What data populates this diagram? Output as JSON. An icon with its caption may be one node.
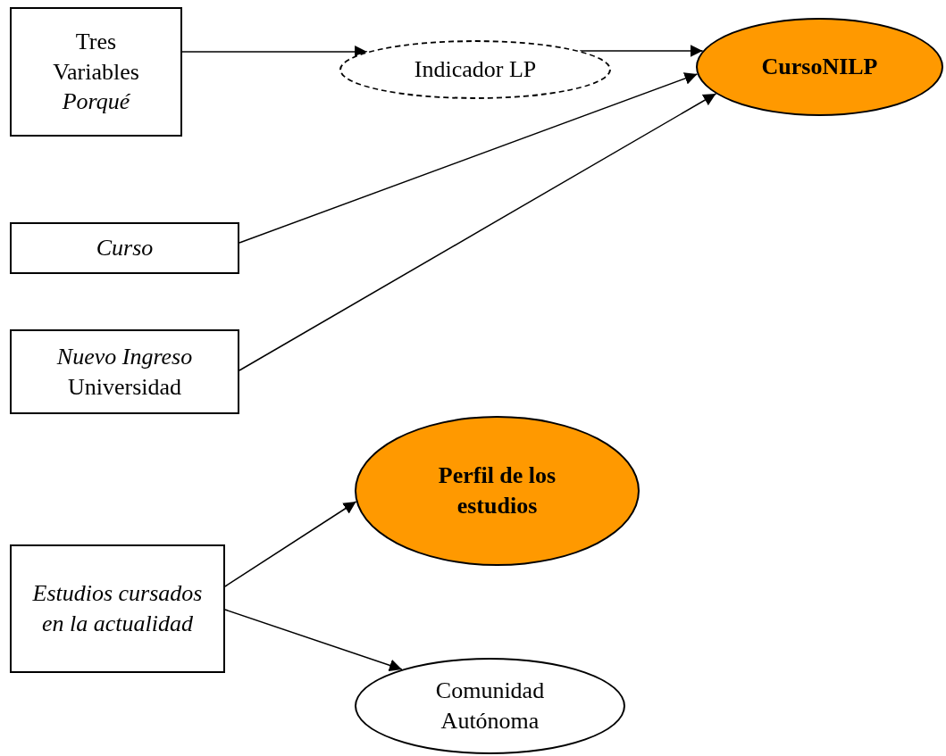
{
  "diagram": {
    "nodes": [
      {
        "text": [
          "Tres Variables *Porqué*"
        ]
      },
      {
        "text": [
          "Indicador LP"
        ]
      },
      {
        "text": [
          "CursoNILP"
        ]
      },
      {
        "text": [
          "Curso"
        ]
      },
      {
        "text": [
          "*Nuevo Ingreso* Universidad"
        ]
      },
      {
        "text": [
          "Perfil de los estudios"
        ]
      },
      {
        "text": [
          "Estudios cursados en la actualidad"
        ]
      },
      {
        "text": [
          "Comunidad Autónoma"
        ]
      }
    ],
    "edges": [
      {
        "from": 0,
        "to": 1,
        "arrow": "to"
      },
      {
        "from": 1,
        "to": 2,
        "arrow": "to"
      },
      {
        "from": 3,
        "to": 2,
        "arrow": "to"
      },
      {
        "from": 4,
        "to": 2,
        "arrow": "to"
      },
      {
        "from": 6,
        "to": 5,
        "arrow": "to"
      },
      {
        "from": 6,
        "to": 7,
        "arrow": "to"
      }
    ]
  }
}
